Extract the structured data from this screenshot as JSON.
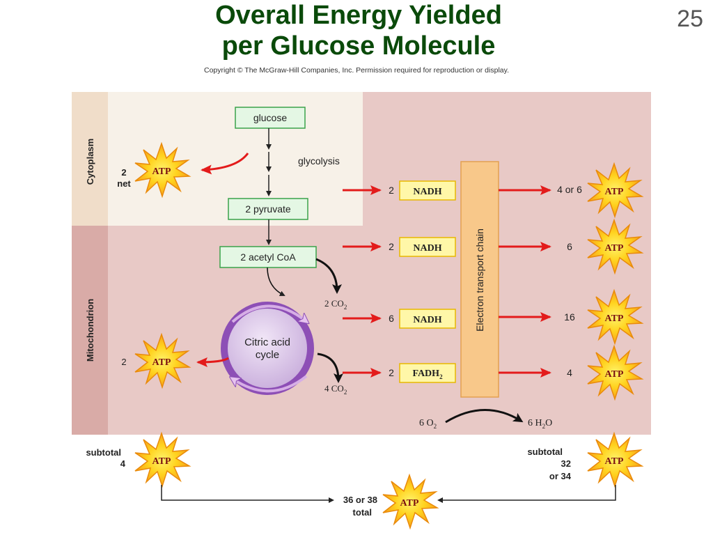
{
  "slide": {
    "title_line1": "Overall Energy Yielded",
    "title_line2": "per Glucose Molecule",
    "number": "25",
    "copyright": "Copyright © The McGraw-Hill Companies, Inc. Permission required for reproduction or display."
  },
  "regions": {
    "cytoplasm": "Cytoplasm",
    "mitochondrion": "Mitochondrion"
  },
  "pathway": {
    "glucose": "glucose",
    "glycolysis": "glycolysis",
    "pyruvate": "2 pyruvate",
    "acetyl_coa": "2 acetyl CoA",
    "citric_acid_line1": "Citric acid",
    "citric_acid_line2": "cycle",
    "co2_top_coef": "2 CO",
    "co2_bottom_coef": "4 CO",
    "co2_sub": "2",
    "cytoplasm_atp_count": "2",
    "cytoplasm_atp_net": "net",
    "mito_atp_count": "2"
  },
  "carriers": [
    {
      "count": "2",
      "name": "NADH",
      "sub": ""
    },
    {
      "count": "2",
      "name": "NADH",
      "sub": ""
    },
    {
      "count": "6",
      "name": "NADH",
      "sub": ""
    },
    {
      "count": "2",
      "name": "FADH",
      "sub": "2"
    }
  ],
  "etc": {
    "label": "Electron transport chain",
    "o2_coef": "6 O",
    "o2_sub": "2",
    "h2o_left": "6 H",
    "h2o_sub": "2",
    "h2o_right": "O"
  },
  "yields": [
    "4 or 6",
    "6",
    "16",
    "4"
  ],
  "atp_label": "ATP",
  "totals": {
    "left_subtotal_label": "subtotal",
    "left_subtotal_value": "4",
    "right_subtotal_label": "subtotal",
    "right_subtotal_value1": "32",
    "right_subtotal_value2": "or 34",
    "total_value": "36 or 38",
    "total_label": "total"
  },
  "colors": {
    "title": "#0a4a0a",
    "mito_bg": "#e8c9c6",
    "cyto_bg": "#f7f1e8",
    "cyto_sidebar": "#f0ddc9",
    "mito_sidebar": "#d9aba7",
    "green_box": "#e4f7e4",
    "green_border": "#3aa24a",
    "carrier_box": "#fff7a8",
    "carrier_border": "#e7b800",
    "etc_fill": "#f8c88a",
    "etc_border": "#e3a050",
    "arrow_red": "#e31b1b",
    "atp_burst": "#f7a21b",
    "cycle": "#8d4fb6"
  }
}
